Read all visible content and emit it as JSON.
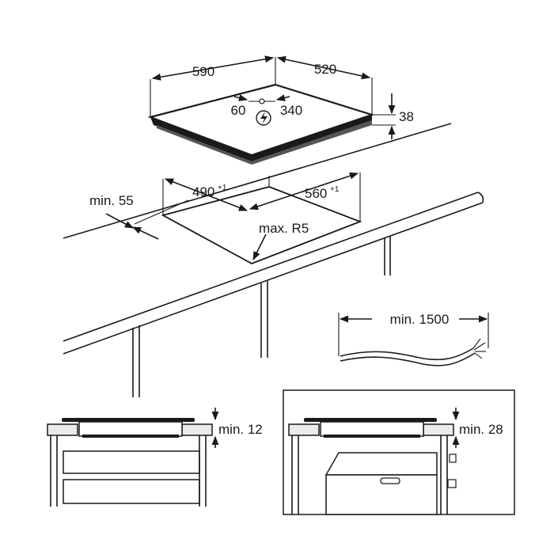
{
  "dimensions": {
    "hob_depth": "590",
    "hob_width": "520",
    "cable_left": "60",
    "cable_right": "340",
    "hob_height": "38",
    "cutout_depth": "490",
    "cutout_depth_tol": "+1",
    "cutout_width": "560",
    "cutout_width_tol": "+1",
    "front_clearance": "min. 55",
    "corner_radius": "max. R5",
    "cable_length": "min. 1500",
    "clearance_drawer": "min. 12",
    "clearance_oven": "min. 28"
  },
  "icons": {
    "power": "power-lightning-icon"
  }
}
